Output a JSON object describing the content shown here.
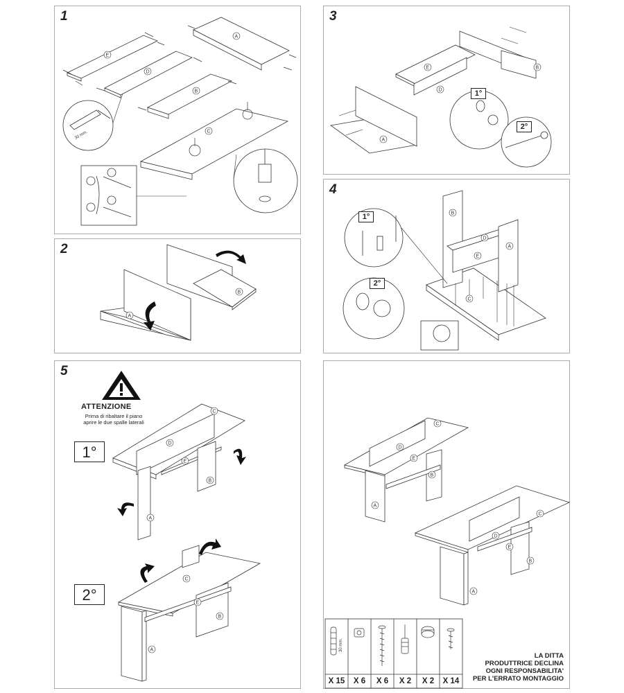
{
  "steps": {
    "s1": "1",
    "s2": "2",
    "s3": "3",
    "s4": "4",
    "s5": "5"
  },
  "parts": {
    "A": "A",
    "B": "B",
    "C": "C",
    "D": "D",
    "E": "E"
  },
  "measure": "30 mm.",
  "order": {
    "first": "1°",
    "second": "2°"
  },
  "warning": {
    "title": "ATTENZIONE",
    "line1": "Prima di ribaltare il piano",
    "line2": "aprire le due spalle laterali"
  },
  "hardware": {
    "dowel_label": "30 mm.",
    "items": [
      {
        "icon": "wood-dowel-icon",
        "qty": "X 15"
      },
      {
        "icon": "cam-barrel-icon",
        "qty": "X 6"
      },
      {
        "icon": "long-screw-icon",
        "qty": "X 6"
      },
      {
        "icon": "cam-bolt-icon",
        "qty": "X 2"
      },
      {
        "icon": "cam-lock-icon",
        "qty": "X 2"
      },
      {
        "icon": "short-screw-icon",
        "qty": "X 14"
      }
    ]
  },
  "disclaimer": {
    "line1": "LA DITTA",
    "line2": "PRODUTTRICE DECLINA",
    "line3": "OGNI RESPONSABILITA'",
    "line4": "PER L'ERRATO MONTAGGIO"
  }
}
